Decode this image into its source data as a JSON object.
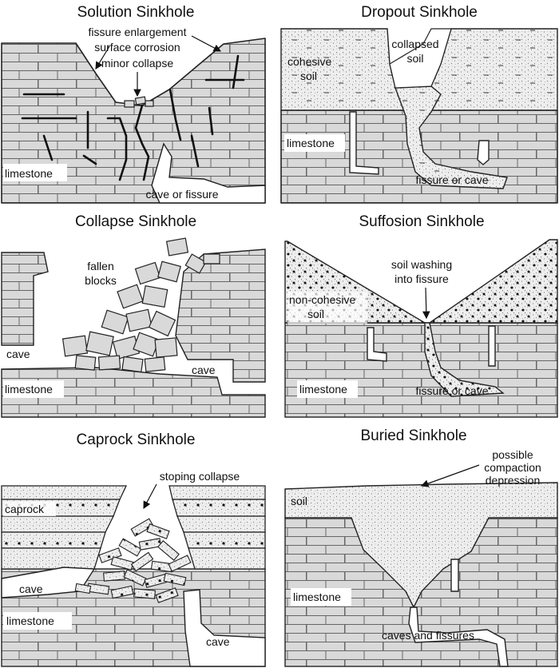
{
  "panels": [
    {
      "id": "solution",
      "title": "Solution Sinkhole",
      "labels": {
        "fissure": "fissure enlargement",
        "corrosion": "surface corrosion",
        "collapse": "minor collapse",
        "rock": "limestone",
        "cave": "cave or fissure"
      }
    },
    {
      "id": "dropout",
      "title": "Dropout Sinkhole",
      "labels": {
        "collapsed1": "collapsed",
        "collapsed2": "soil",
        "cohesive1": "cohesive",
        "cohesive2": "soil",
        "rock": "limestone",
        "cave": "fissure or cave"
      }
    },
    {
      "id": "collapse",
      "title": "Collapse Sinkhole",
      "labels": {
        "fallen1": "fallen",
        "fallen2": "blocks",
        "caveLeft": "cave",
        "caveRight": "cave",
        "rock": "limestone"
      }
    },
    {
      "id": "suffosion",
      "title": "Suffosion Sinkhole",
      "labels": {
        "wash1": "soil washing",
        "wash2": "into fissure",
        "noncoh1": "non-cohesive",
        "noncoh2": "soil",
        "rock": "limestone",
        "cave": "fissure or cave"
      }
    },
    {
      "id": "caprock",
      "title": "Caprock Sinkhole",
      "labels": {
        "stoping": "stoping collapse",
        "caprock": "caprock",
        "caveLeft": "cave",
        "rock": "limestone",
        "caveBottom": "cave"
      }
    },
    {
      "id": "buried",
      "title": "Buried Sinkhole",
      "labels": {
        "possible": "possible",
        "compaction": "compaction",
        "depression": "depression",
        "soil": "soil",
        "rock": "limestone",
        "cave": "caves and fissures"
      }
    }
  ],
  "colors": {
    "rock": "#d9d9d9",
    "soil": "#ececec",
    "line": "#222222",
    "background": "#ffffff"
  }
}
